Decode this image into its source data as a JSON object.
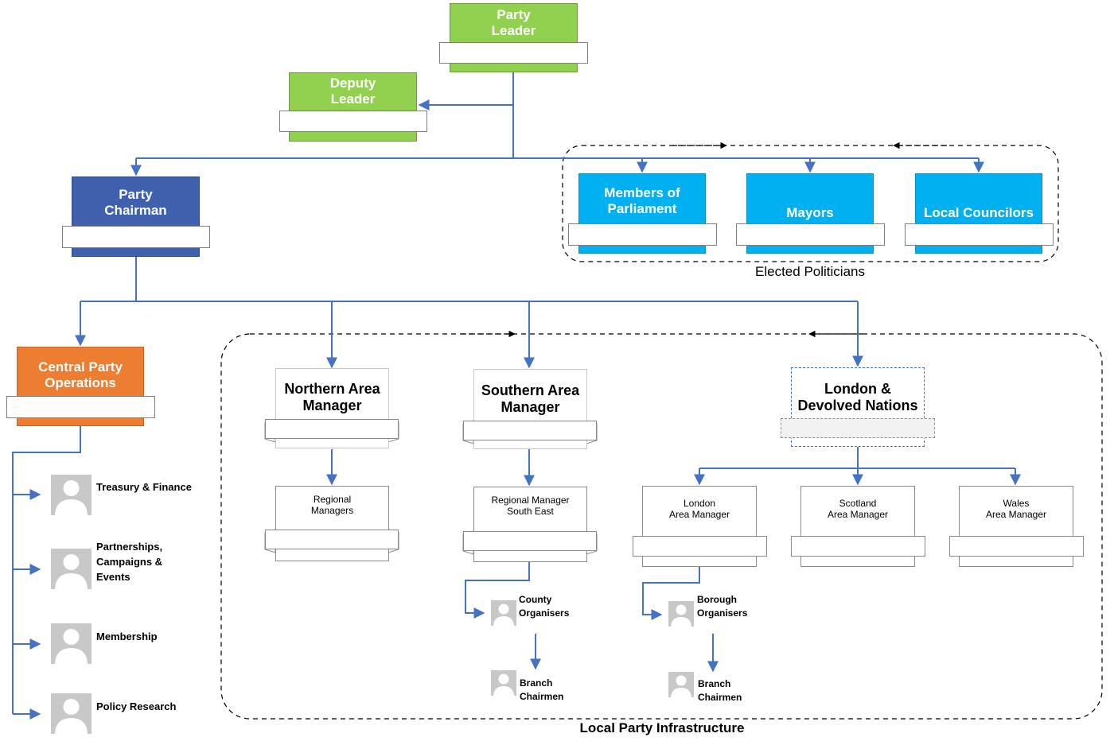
{
  "colors": {
    "leader_green": "#92d050",
    "chairman_blue": "#4060ae",
    "elected_cyan": "#00b0f0",
    "central_orange": "#ed7d31",
    "connector_blue": "#4472c4"
  },
  "nodes": {
    "party_leader": "Party\nLeader",
    "deputy_leader": "Deputy\nLeader",
    "party_chairman": "Party\nChairman",
    "members_of_parliament": "Members of\nParliament",
    "mayors": "Mayors",
    "local_councilors": "Local Councilors",
    "central_party_operations": "Central Party\nOperations",
    "northern_area_manager": "Northern Area\nManager",
    "southern_area_manager": "Southern Area\nManager",
    "london_devolved_nations": "London &\nDevolved Nations",
    "regional_managers": "Regional\nManagers",
    "regional_manager_south_east": "Regional Manager\nSouth East",
    "london_area_manager": "London\nArea Manager",
    "scotland_area_manager": "Scotland\nArea Manager",
    "wales_area_manager": "Wales\nArea Manager"
  },
  "central_departments": [
    {
      "label": "Treasury & Finance",
      "icon": "person-placeholder-icon"
    },
    {
      "label": "Partnerships,\nCampaigns &\nEvents",
      "icon": "person-placeholder-icon"
    },
    {
      "label": "Membership",
      "icon": "person-placeholder-icon"
    },
    {
      "label": "Policy Research",
      "icon": "person-placeholder-icon"
    }
  ],
  "local_roles": {
    "county_organisers": "County\nOrganisers",
    "south_branch_chairmen": "Branch\nChairmen",
    "borough_organisers": "Borough\nOrganisers",
    "london_branch_chairmen": "Branch\nChairmen"
  },
  "groups": {
    "elected_politicians": "Elected Politicians",
    "local_party_infrastructure": "Local Party Infrastructure"
  }
}
